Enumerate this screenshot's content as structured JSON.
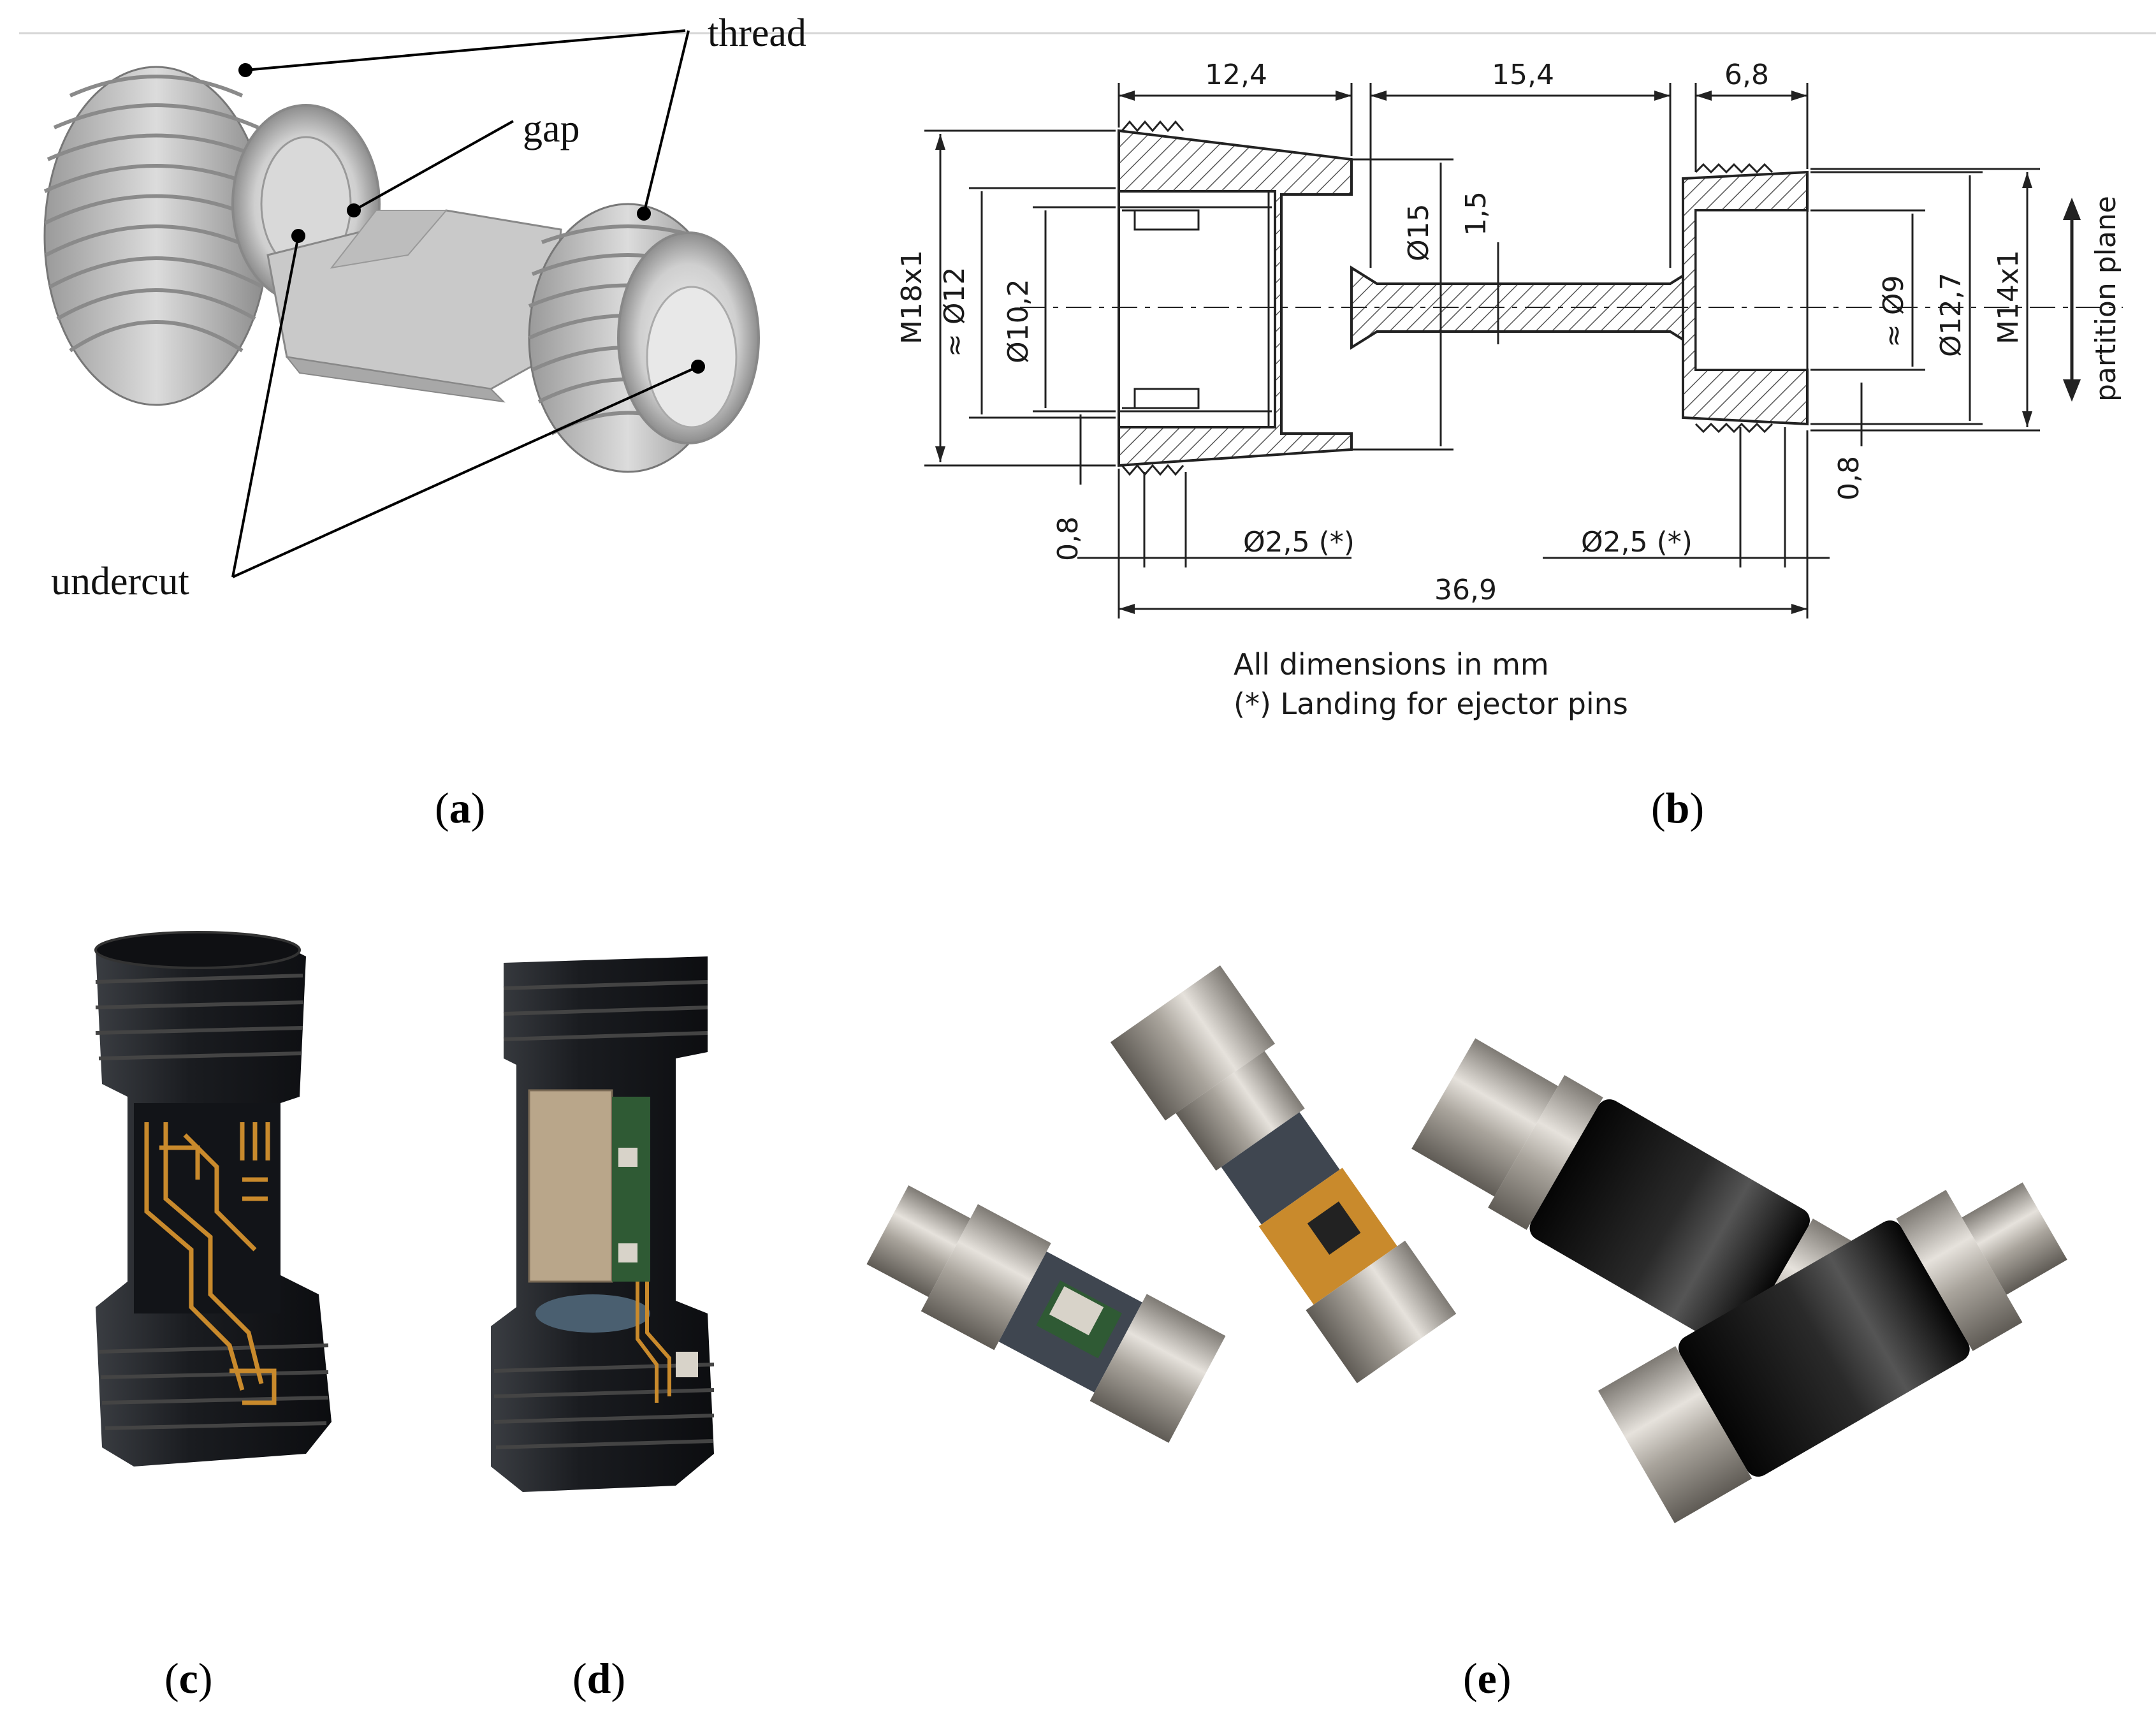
{
  "panel_a": {
    "labels": {
      "thread": "thread",
      "gap": "gap",
      "undercut": "undercut"
    },
    "caption": {
      "open": "(",
      "letter": "a",
      "close": ")"
    }
  },
  "panel_b": {
    "dims": {
      "d12_4": "12,4",
      "d15_4": "15,4",
      "d6_8": "6,8",
      "m18": "M18x1",
      "phi12": "≈ Ø12",
      "phi10_2": "Ø10,2",
      "phi15": "Ø15",
      "t1_5": "1,5",
      "phi9": "≈ Ø9",
      "phi12_7": "Ø12,7",
      "m14": "M14x1",
      "partition": "partition plane",
      "d0_8_left": "0,8",
      "d0_8_right": "0,8",
      "phi2_5_left": "Ø2,5 (*)",
      "phi2_5_right": "Ø2,5 (*)",
      "d36_9": "36,9"
    },
    "notes": {
      "line1": "All dimensions in mm",
      "line2": "(*) Landing for ejector pins"
    },
    "caption": {
      "open": "(",
      "letter": "b",
      "close": ")"
    }
  },
  "panel_c": {
    "caption": {
      "open": "(",
      "letter": "c",
      "close": ")"
    }
  },
  "panel_d": {
    "caption": {
      "open": "(",
      "letter": "d",
      "close": ")"
    }
  },
  "panel_e": {
    "caption": {
      "open": "(",
      "letter": "e",
      "close": ")"
    }
  },
  "colors": {
    "black_part": "#1c1f24",
    "copper_trace": "#c98a2c",
    "metal": "#b8b2aa",
    "pcb_green": "#2f5a34"
  }
}
